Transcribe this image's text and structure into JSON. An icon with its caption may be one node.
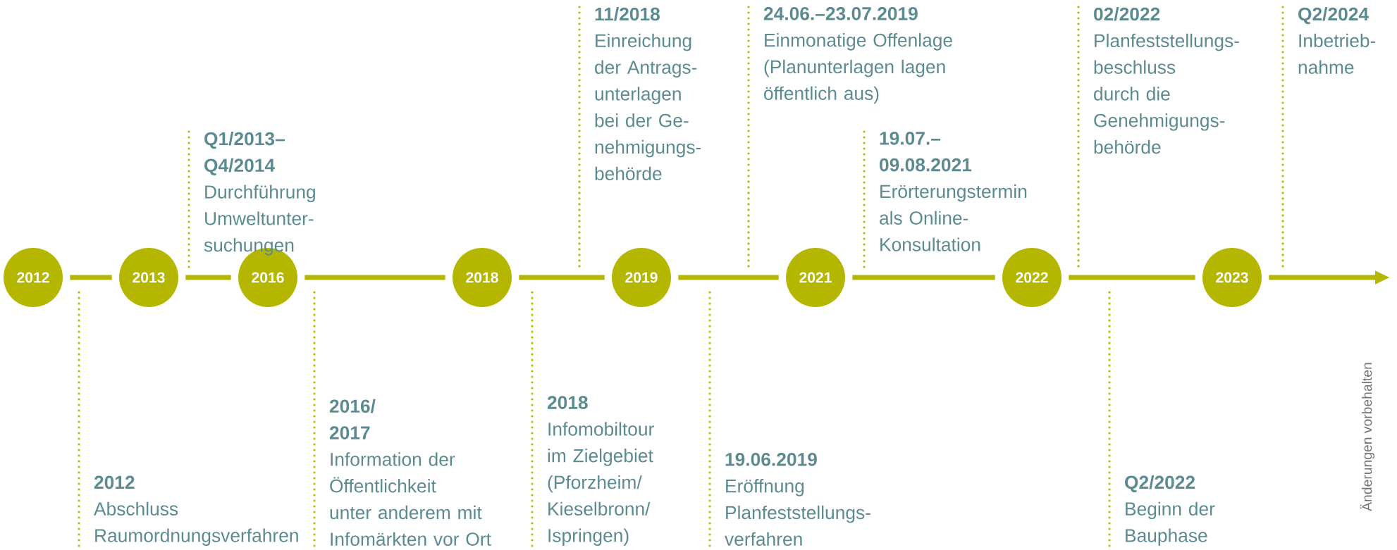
{
  "diagram": {
    "nodes": [
      {
        "text": [
          "2012"
        ]
      },
      {
        "text": [
          "2013"
        ]
      },
      {
        "text": [
          "2016"
        ]
      },
      {
        "text": [
          "2018"
        ]
      },
      {
        "text": [
          "2019"
        ]
      },
      {
        "text": [
          "2021"
        ]
      },
      {
        "text": [
          "2022"
        ]
      },
      {
        "text": [
          "2023"
        ]
      },
      {
        "text": [
          "2012",
          "Abschluss Raumordnungsverfahren"
        ]
      },
      {
        "text": [
          "Q1/2013– Q4/2014",
          "Durchführung Umweltunter- suchungen"
        ]
      },
      {
        "text": [
          "2016/ 2017",
          "Information der Öffentlichkeit unter anderem mit Infomärkten vor Ort"
        ]
      },
      {
        "text": [
          "2018",
          "Infomobiltour im Zielgebiet (Pforzheim/ Kieselbronn/ Ispringen)"
        ]
      },
      {
        "text": [
          "11/2018",
          "Einreichung der Antrags- unterlagen bei der Ge- nehmigungs- behörde"
        ]
      },
      {
        "text": [
          "19.06.2019",
          "Eröffnung Planfeststellungs- verfahren"
        ]
      },
      {
        "text": [
          "24.06.–23.07.2019",
          "Einmonatige Offenlage (Planunterlagen lagen öffentlich aus)"
        ]
      },
      {
        "text": [
          "19.07.– 09.08.2021",
          "Erörterungstermin als Online- Konsultation"
        ]
      },
      {
        "text": [
          "02/2022",
          "Planfeststellungs- beschluss durch die Genehmigungs- behörde"
        ]
      },
      {
        "text": [
          "Q2/2022",
          "Beginn der Bauphase"
        ]
      },
      {
        "text": [
          "Q2/2024",
          "Inbetrieb- nahme"
        ]
      }
    ],
    "edges": [
      {
        "from": 0,
        "to": 1,
        "arrow": "none",
        "style": "thick"
      },
      {
        "from": 1,
        "to": 2,
        "arrow": "none",
        "style": "thick"
      },
      {
        "from": 2,
        "to": 3,
        "arrow": "none",
        "style": "thick"
      },
      {
        "from": 3,
        "to": 4,
        "arrow": "none",
        "style": "thick"
      },
      {
        "from": 4,
        "to": 5,
        "arrow": "none",
        "style": "thick"
      },
      {
        "from": 5,
        "to": 6,
        "arrow": "none",
        "style": "thick"
      },
      {
        "from": 6,
        "to": 7,
        "arrow": "none",
        "style": "thick"
      },
      {
        "from": 7,
        "to": null,
        "arrow": "to",
        "style": "thick"
      },
      {
        "from": 8,
        "to": null,
        "arrow": "none",
        "style": "dashed"
      },
      {
        "from": 9,
        "to": null,
        "arrow": "none",
        "style": "dashed"
      },
      {
        "from": 10,
        "to": null,
        "arrow": "none",
        "style": "dashed"
      },
      {
        "from": 11,
        "to": null,
        "arrow": "none",
        "style": "dashed"
      },
      {
        "from": 12,
        "to": null,
        "arrow": "none",
        "style": "dashed"
      },
      {
        "from": 13,
        "to": null,
        "arrow": "none",
        "style": "dashed"
      },
      {
        "from": 14,
        "to": null,
        "arrow": "none",
        "style": "dashed"
      },
      {
        "from": 15,
        "to": null,
        "arrow": "none",
        "style": "dashed"
      },
      {
        "from": 16,
        "to": null,
        "arrow": "none",
        "style": "dashed"
      },
      {
        "from": 17,
        "to": null,
        "arrow": "none",
        "style": "dashed"
      },
      {
        "from": 18,
        "to": null,
        "arrow": "none",
        "style": "dashed"
      }
    ],
    "labels": [
      "Änderungen vorbehalten"
    ]
  }
}
